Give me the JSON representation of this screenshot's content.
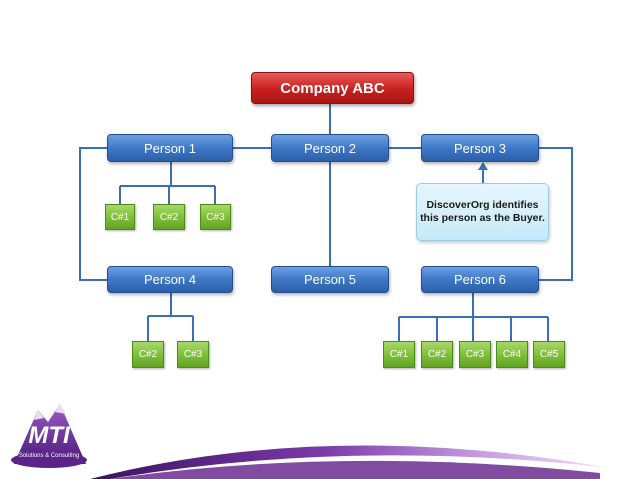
{
  "top": {
    "label": "Company ABC"
  },
  "persons": [
    {
      "label": "Person 1"
    },
    {
      "label": "Person 2"
    },
    {
      "label": "Person 3"
    },
    {
      "label": "Person 4"
    },
    {
      "label": "Person 5"
    },
    {
      "label": "Person 6"
    }
  ],
  "person1_children": [
    "C#1",
    "C#2",
    "C#3"
  ],
  "person4_children": [
    "C#2",
    "C#3"
  ],
  "person6_children": [
    "C#1",
    "C#2",
    "C#3",
    "C#4",
    "C#5"
  ],
  "callout": {
    "line1": "DiscoverOrg identifies",
    "line2": "this person as the Buyer."
  },
  "logo": {
    "name": "MTI",
    "tagline": "Solutions & Consulting"
  },
  "colors": {
    "top": "#c91f1f",
    "person": "#3f78c8",
    "child": "#7fc03a",
    "connector": "#3a6fb5",
    "callout": "#c6e9f8",
    "brand": "#6a2c91"
  }
}
